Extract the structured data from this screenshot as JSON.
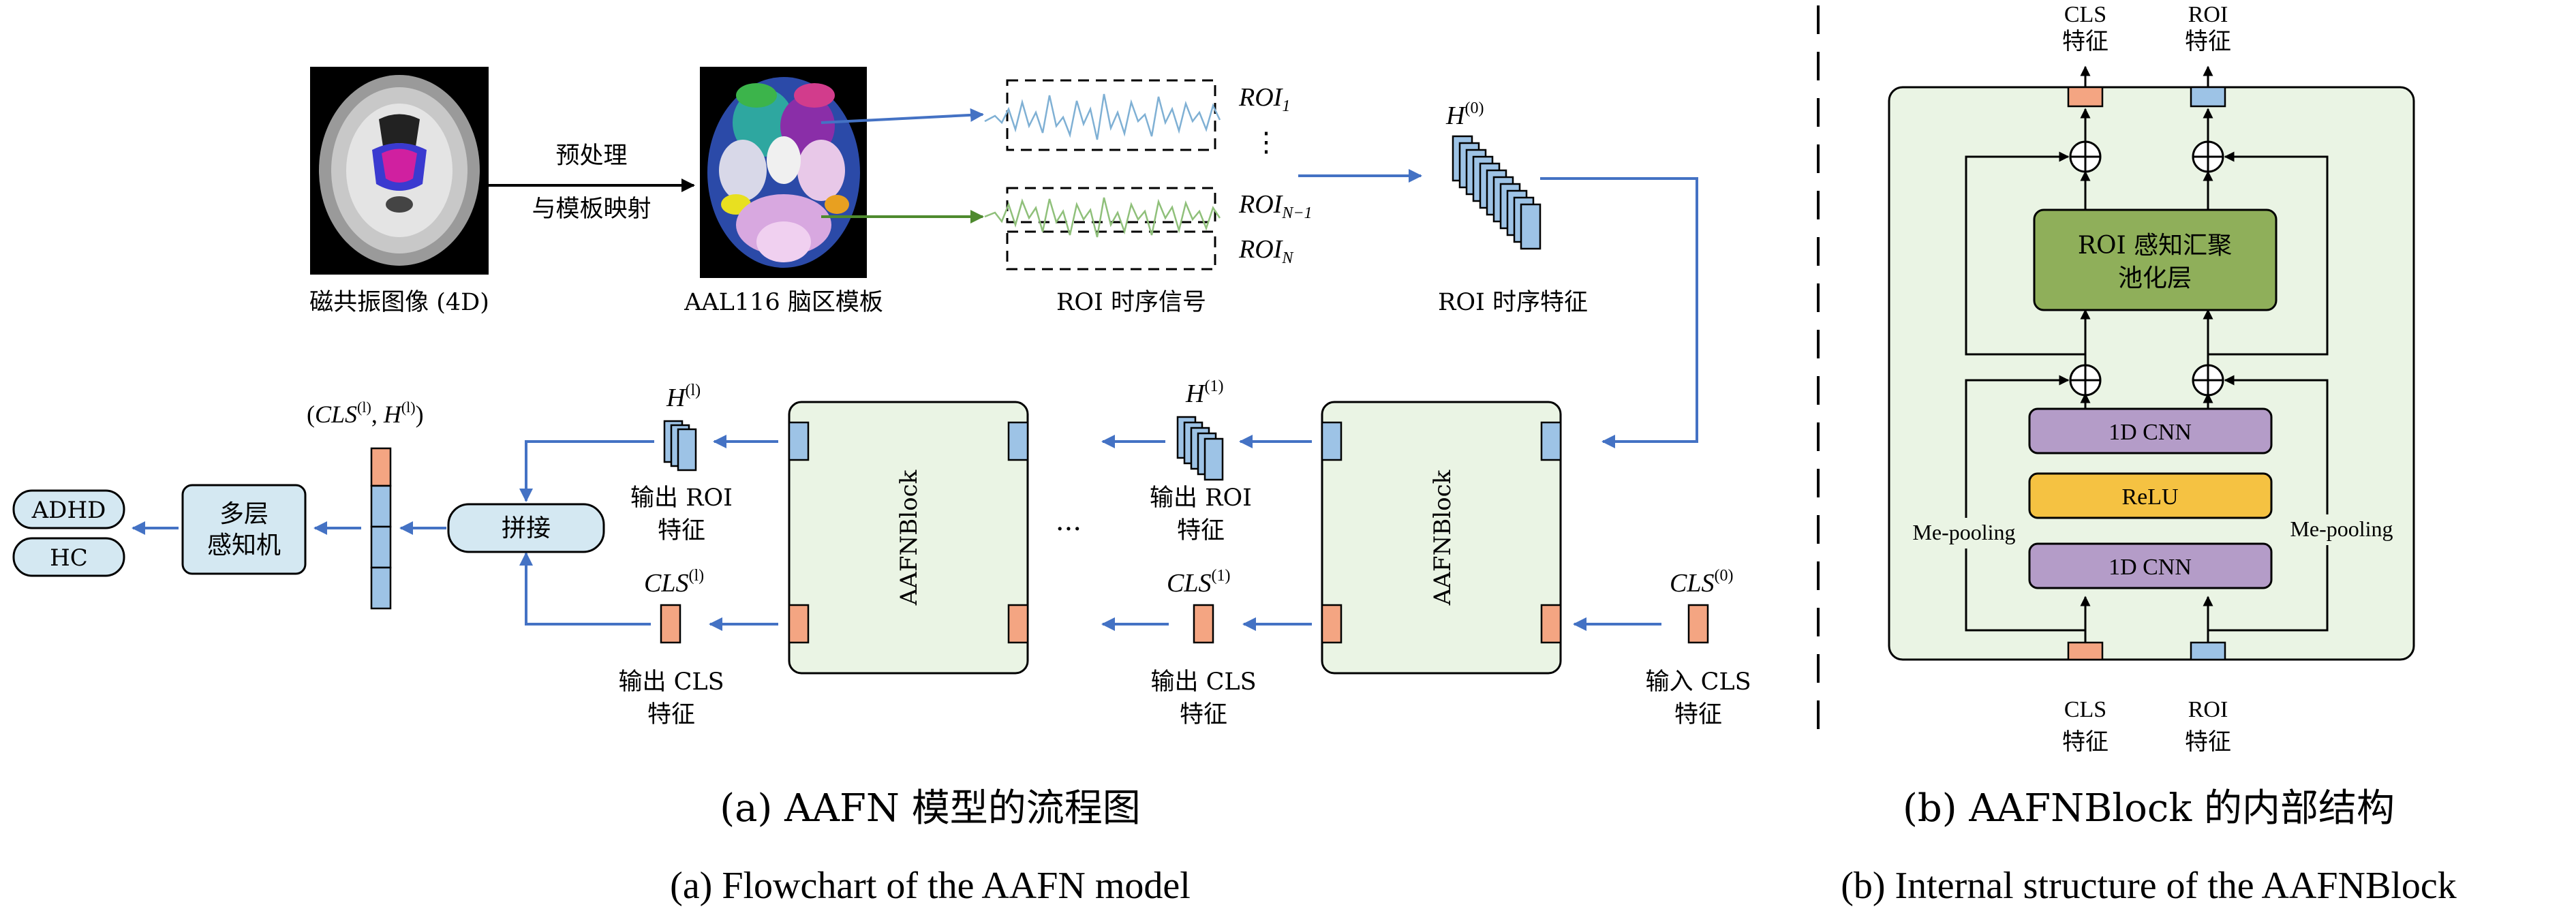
{
  "flowchart": {
    "mri_label": "磁共振图像 (4D)",
    "preprocess_line1": "预处理",
    "preprocess_line2": "与模板映射",
    "atlas_label": "AAL116 脑区模板",
    "roi_signal_label": "ROI 时序信号",
    "roi_1": "ROI",
    "roi_1_sub": "1",
    "roi_dots": "⋮",
    "roi_n1": "ROI",
    "roi_n1_sub": "N−1",
    "roi_n": "ROI",
    "roi_n_sub": "N",
    "h0_label": "H",
    "h0_sup": "(0)",
    "roi_feature_label": "ROI 时序特征",
    "block_label": "AAFNBlock",
    "h1_label": "H",
    "h1_sup": "(1)",
    "hl_label": "H",
    "hl_sup": "(l)",
    "out_roi_line1": "输出 ROI",
    "out_roi_line2": "特征",
    "out_cls_line1": "输出 CLS",
    "out_cls_line2": "特征",
    "cls0_label": "CLS",
    "cls0_sup": "(0)",
    "cls1_label": "CLS",
    "cls1_sup": "(1)",
    "clsl_label": "CLS",
    "clsl_sup": "(l)",
    "in_cls_line1": "输入 CLS",
    "in_cls_line2": "特征",
    "ellipsis": "···",
    "concat_label": "拼接",
    "tuple_open": "(",
    "tuple_cls": "CLS",
    "tuple_cls_sup": "(l)",
    "tuple_sep": ", ",
    "tuple_h": "H",
    "tuple_h_sup": "(l)",
    "tuple_close": ")",
    "mlp_line1": "多层",
    "mlp_line2": "感知机",
    "out_adhd": "ADHD",
    "out_hc": "HC",
    "caption_cn": "(a) AAFN 模型的流程图",
    "caption_en": "(a) Flowchart of the AAFN model"
  },
  "block": {
    "top_cls_line1": "CLS",
    "top_cls_line2": "特征",
    "top_roi_line1": "ROI",
    "top_roi_line2": "特征",
    "pool_line1": "ROI 感知汇聚",
    "pool_line2": "池化层",
    "cnn_top": "1D CNN",
    "relu": "ReLU",
    "cnn_bottom": "1D CNN",
    "me_pooling_left": "Me-pooling",
    "me_pooling_right": "Me-pooling",
    "bottom_cls_line1": "CLS",
    "bottom_cls_line2": "特征",
    "bottom_roi_line1": "ROI",
    "bottom_roi_line2": "特征",
    "caption_cn": "(b) AAFNBlock 的内部结构",
    "caption_en": "(b) Internal structure of the AAFNBlock"
  },
  "colors": {
    "arrow_blue": "#4472c4",
    "roi_blue": "#9dc3e6",
    "cls_orange": "#f4a582",
    "block_fill": "#eaf4e4",
    "pool_green": "#8faf5a",
    "cnn_purple": "#b49cc8",
    "relu_yellow": "#f5c242",
    "node_fill": "#d4e8f2",
    "green_signal": "#4e8a2e"
  }
}
